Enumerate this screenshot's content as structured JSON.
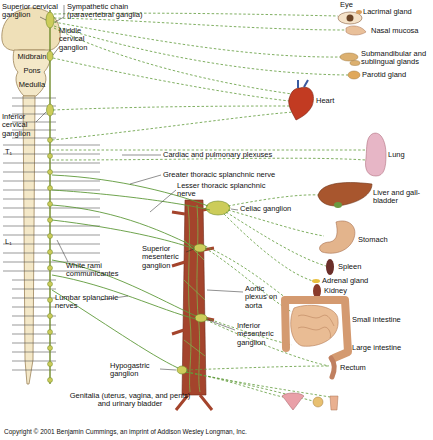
{
  "diagram": {
    "labels": [
      "Superior cervical ganglion",
      "Sympathetic chain (paravertebral ganglia)",
      "Eye",
      "Lacrimal gland",
      "Nasal mucosa",
      "Middle cervical ganglion",
      "Midbrain",
      "Pons",
      "Medulla",
      "Submandibular and sublingual glands",
      "Parotid gland",
      "Inferior cervical ganglion",
      "Heart",
      "T₁",
      "Cardiac and pulmonary plexuses",
      "Lung",
      "Greater thoracic splanchnic nerve",
      "Lesser thoracic splanchnic nerve",
      "Liver and gall-bladder",
      "Celiac ganglion",
      "Stomach",
      "L₁",
      "Superior mesenteric ganglion",
      "Spleen",
      "White rami communicantes",
      "Adrenal gland",
      "Kidney",
      "Aortic plexus on aorta",
      "Small intestine",
      "Lumbar splanchnic nerves",
      "Inferior mesenteric ganglion",
      "Large intestine",
      "Hypogastric ganglion",
      "Rectum",
      "Genitalia (uterus, vagina, and penis) and urinary bladder",
      "Copyright © 2001 Benjamin Cummings, an imprint of Addison Wesley Longman, Inc."
    ]
  }
}
